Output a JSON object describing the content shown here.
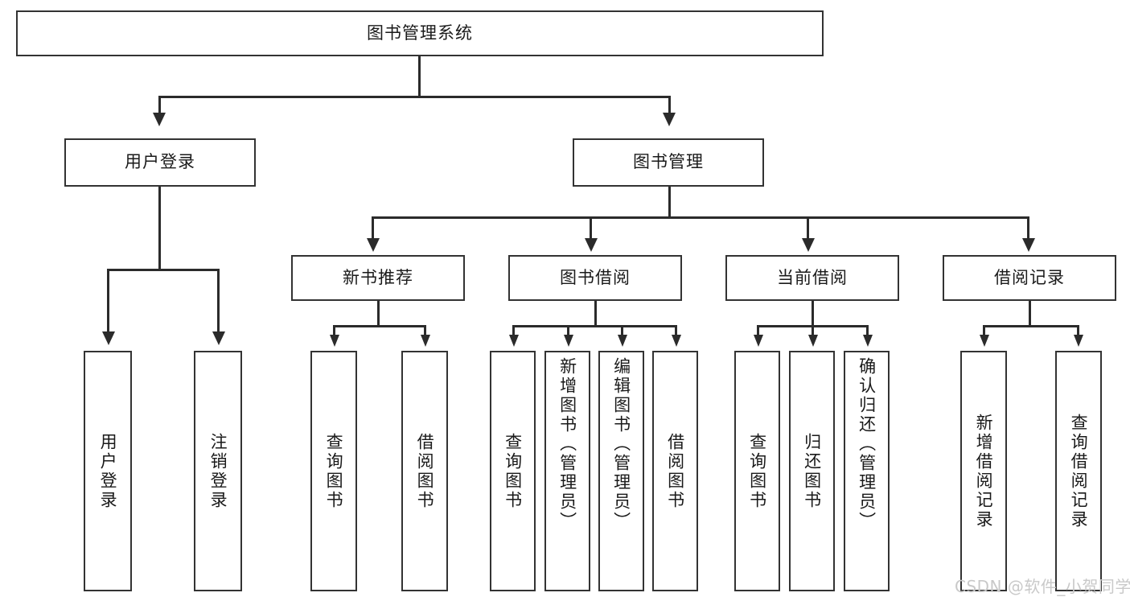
{
  "diagram": {
    "title": "图书管理系统",
    "root": {
      "label": "图书管理系统"
    },
    "level2": [
      {
        "label": "用户登录"
      },
      {
        "label": "图书管理"
      }
    ],
    "level3": [
      {
        "label": "新书推荐"
      },
      {
        "label": "图书借阅"
      },
      {
        "label": "当前借阅"
      },
      {
        "label": "借阅记录"
      }
    ],
    "leaves": {
      "user_login": [
        {
          "label": "用户登录"
        },
        {
          "label": "注销登录"
        }
      ],
      "new_book_recommend": [
        {
          "label": "查询图书"
        },
        {
          "label": "借阅图书"
        }
      ],
      "book_borrow": [
        {
          "label": "查询图书"
        },
        {
          "label": "新增图书（管理员）"
        },
        {
          "label": "编辑图书（管理员）"
        },
        {
          "label": "借阅图书"
        }
      ],
      "current_borrow": [
        {
          "label": "查询图书"
        },
        {
          "label": "归还图书"
        },
        {
          "label": "确认归还（管理员）"
        }
      ],
      "borrow_record": [
        {
          "label": "新增借阅记录"
        },
        {
          "label": "查询借阅记录"
        }
      ]
    }
  },
  "watermark": {
    "text": "CSDN @软件_小贺同学"
  },
  "colors": {
    "box_border": "#333333",
    "line": "#2b2b2b",
    "text": "#1a1a1a",
    "watermark": "#c9c9c9",
    "background": "#ffffff"
  }
}
